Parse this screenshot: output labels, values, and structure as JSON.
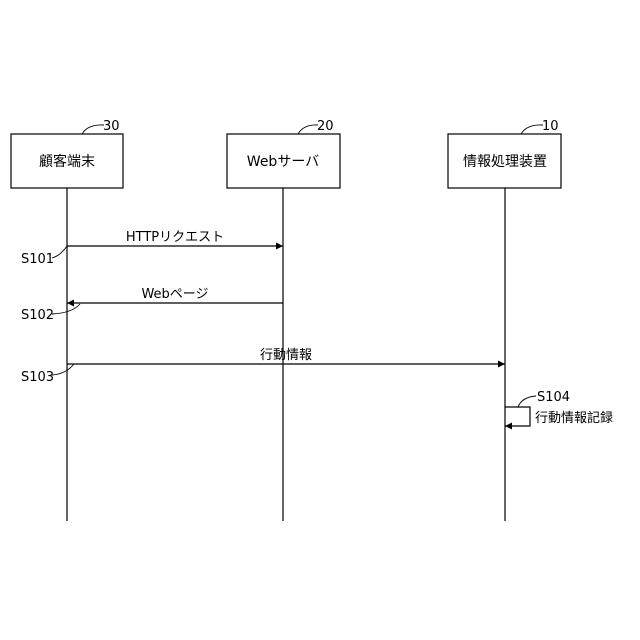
{
  "participants": [
    {
      "label": "顧客端末",
      "ref": "30"
    },
    {
      "label": "Webサーバ",
      "ref": "20"
    },
    {
      "label": "情報処理装置",
      "ref": "10"
    }
  ],
  "messages": [
    {
      "label": "HTTPリクエスト",
      "step": "S101"
    },
    {
      "label": "Webページ",
      "step": "S102"
    },
    {
      "label": "行動情報",
      "step": "S103"
    }
  ],
  "self_message": {
    "label": "行動情報記録",
    "step": "S104"
  }
}
